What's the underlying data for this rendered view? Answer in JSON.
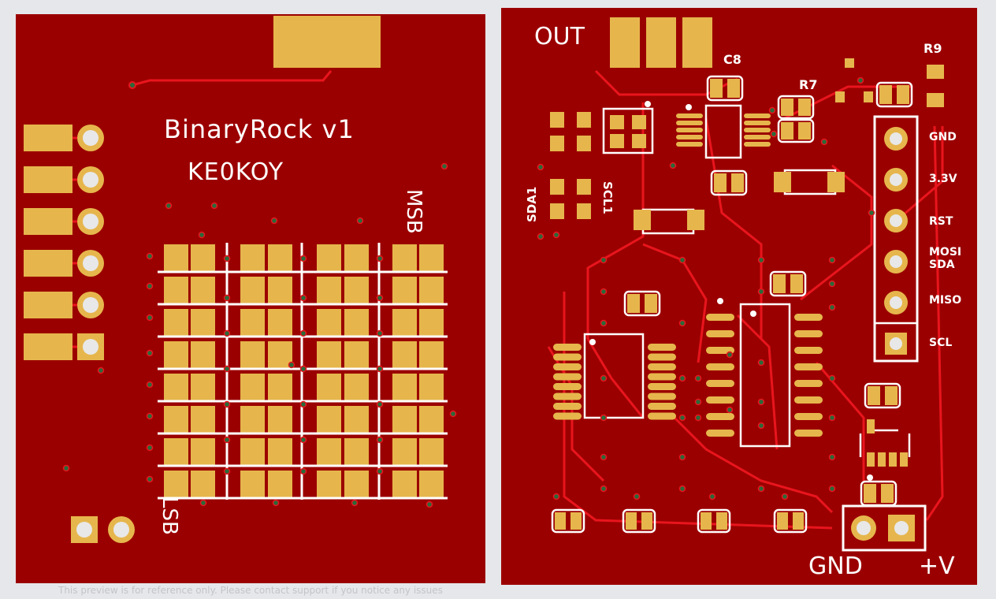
{
  "left_board": {
    "title": "BinaryRock  v1",
    "callsign": "KE0KOY",
    "msb_label": "MSB",
    "lsb_label": "LSB"
  },
  "right_board": {
    "out_label": "OUT",
    "parts": {
      "c8": "C8",
      "r7": "R7",
      "r9": "R9",
      "sda1": "SDA1",
      "scl1": "SCL1"
    },
    "header_pins": [
      "GND",
      "3.3V",
      "RST",
      "MOSI",
      "SDA",
      "MISO",
      "SCL"
    ],
    "power_gnd": "GND",
    "power_v": "+V"
  },
  "footer": "This preview is for reference only. Please contact support if you notice any issues",
  "colors": {
    "board": "#9b0000",
    "trace": "#e8151d",
    "pad": "#e6b64d",
    "silk": "#ffffff",
    "via": "#2a6a3a"
  }
}
